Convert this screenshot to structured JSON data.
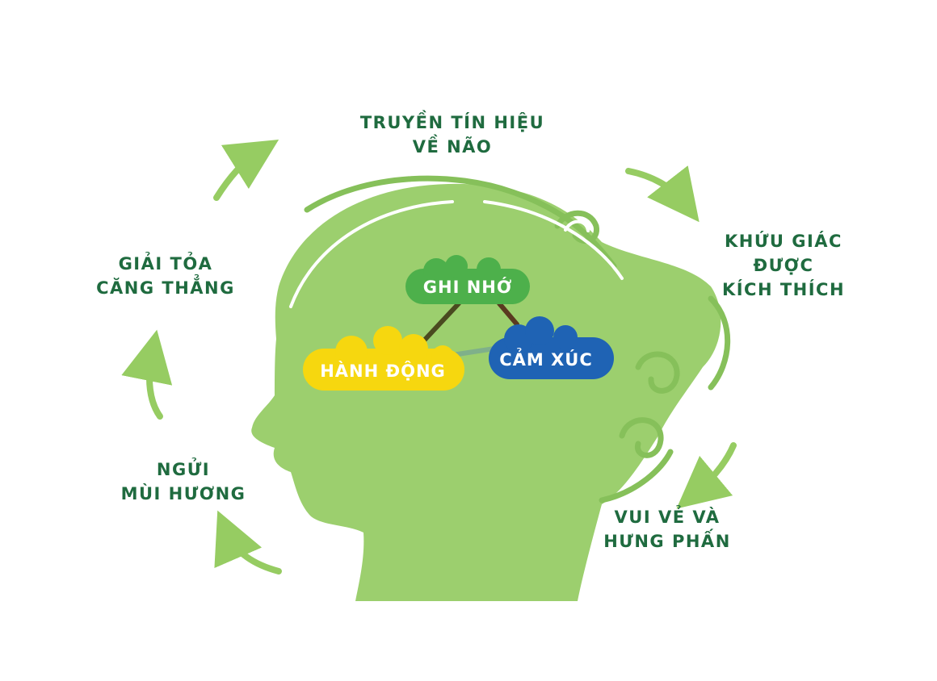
{
  "colors": {
    "head": "#9ccf6e",
    "head_dark": "#86c05a",
    "arrow": "#96cc62",
    "text": "#1f6b3f",
    "cloud_green": "#4db04b",
    "cloud_yellow": "#f6d70f",
    "cloud_blue": "#1f63b4"
  },
  "cycle": {
    "top": [
      "TRUYỀN TÍN HIỆU",
      "VỀ NÃO"
    ],
    "right_top": [
      "KHỨU GIÁC",
      "ĐƯỢC",
      "KÍCH THÍCH"
    ],
    "right_bottom": [
      "VUI VẺ VÀ",
      "HƯNG PHẤN"
    ],
    "left_bottom": [
      "NGỬI",
      "MÙI HƯƠNG"
    ],
    "left_top": [
      "GIẢI TỎA",
      "CĂNG THẲNG"
    ]
  },
  "brain": {
    "memory": "GHI NHỚ",
    "action": "HÀNH ĐỘNG",
    "emotion": "CẢM XÚC"
  }
}
